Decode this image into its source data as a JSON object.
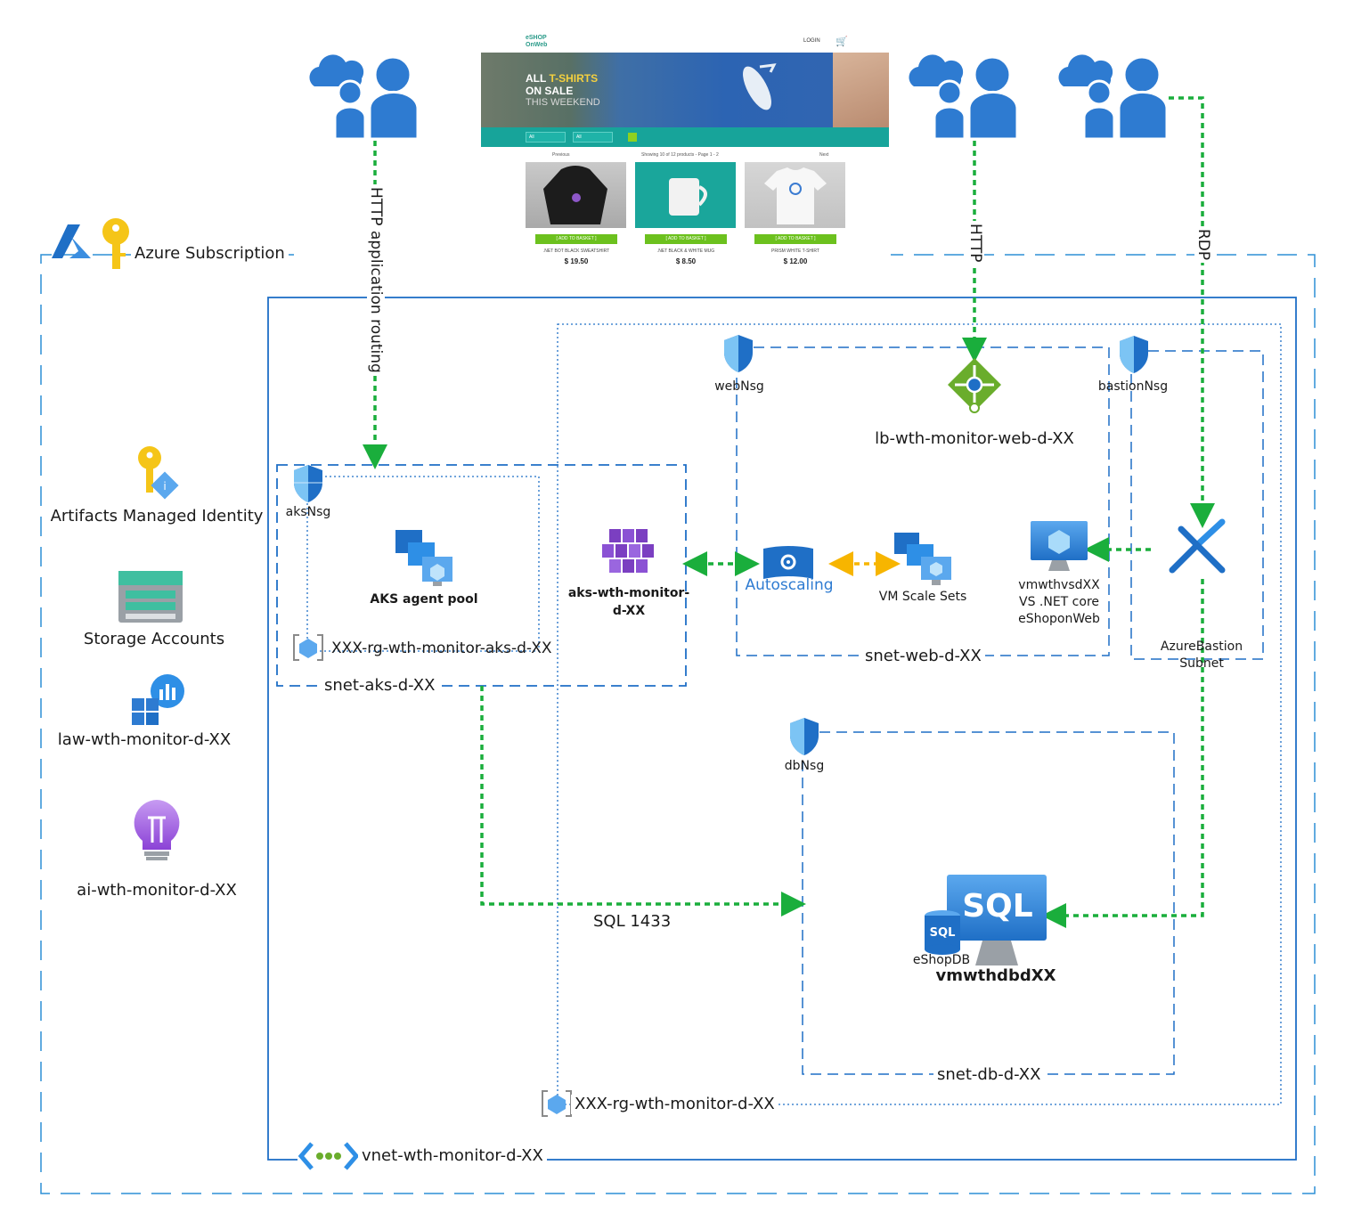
{
  "subscription": {
    "label": "Azure Subscription"
  },
  "flows": {
    "http_app_routing": "HTTP application routing",
    "http": "HTTP",
    "rdp": "RDP",
    "sql": "SQL 1433"
  },
  "side_resources": {
    "identity": "Artifacts Managed Identity",
    "storage": "Storage Accounts",
    "law": "law-wth-monitor-d-XX",
    "ai": "ai-wth-monitor-d-XX"
  },
  "nsgs": {
    "aks": "aksNsg",
    "web": "webNsg",
    "bastion": "bastionNsg",
    "db": "dbNsg"
  },
  "aks": {
    "agent_pool": "AKS agent pool",
    "cluster_line1": "aks-wth-monitor-",
    "cluster_line2": "d-XX",
    "node_rg": "XXX-rg-wth-monitor-aks-d-XX",
    "subnet": "snet-aks-d-XX"
  },
  "web": {
    "lb": "lb-wth-monitor-web-d-XX",
    "autoscaling": "Autoscaling",
    "vmss": "VM Scale Sets",
    "vs_vm_line1": "vmwthvsdXX",
    "vs_vm_line2": "VS .NET core",
    "vs_vm_line3": "eShoponWeb",
    "subnet": "snet-web-d-XX"
  },
  "bastion": {
    "line1": "AzureBastion",
    "line2": "Subnet"
  },
  "db": {
    "sql_badge": "SQL",
    "sql_small": "SQL",
    "eshopdb": "eShopDB",
    "vm": "vmwthdbdXX",
    "subnet": "snet-db-d-XX"
  },
  "rg": {
    "label": "XXX-rg-wth-monitor-d-XX"
  },
  "vnet": {
    "label": "vnet-wth-monitor-d-XX"
  },
  "eshop": {
    "logo_line1": "eSHOP",
    "logo_line2": "OnWeb",
    "login": "LOGIN",
    "hero_line1_a": "ALL ",
    "hero_line1_b": "T-SHIRTS",
    "hero_line2": "ON SALE",
    "hero_line3": "THIS WEEKEND",
    "filter1": "All",
    "filter2": "All",
    "previous": "Previous",
    "showing": "Showing 10 of 12 products - Page 1 - 2",
    "next": "Next",
    "add_to_basket": "[ ADD TO BASKET ]",
    "products": [
      {
        "name": ".NET BOT BLACK SWEATSHIRT",
        "price": "$ 19.50"
      },
      {
        "name": ".NET BLACK & WHITE MUG",
        "price": "$ 8.50"
      },
      {
        "name": "PRISM WHITE T-SHIRT",
        "price": "$ 12.00"
      }
    ]
  },
  "colors": {
    "azure_blue": "#1f6fc6",
    "flow_green": "#1aae3c",
    "scale_orange": "#f7b500",
    "aks_purple": "#7b3fc1"
  }
}
